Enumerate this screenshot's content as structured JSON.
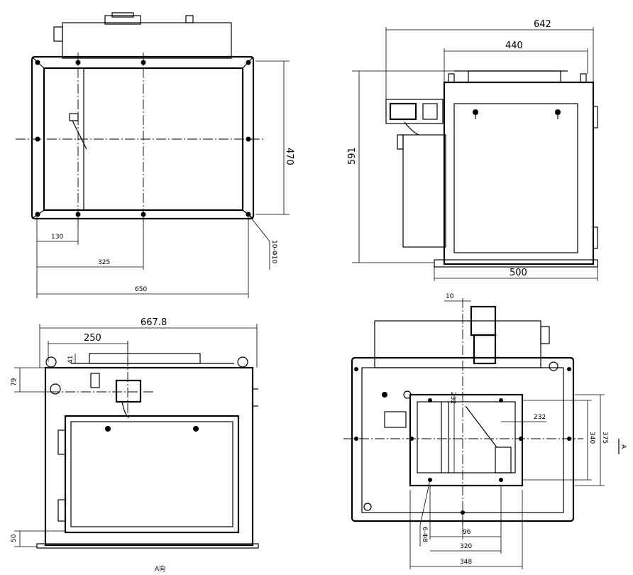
{
  "top_view": {
    "dim_height": "470",
    "dim_130": "130",
    "dim_325": "325",
    "dim_650": "650",
    "hole_note": "10-Φ10"
  },
  "side_view": {
    "dim_642": "642",
    "dim_440": "440",
    "dim_591": "591",
    "dim_500": "500"
  },
  "front_view": {
    "dim_667": "667.8",
    "dim_250": "250",
    "dim_41": "41",
    "dim_79": "79",
    "dim_50": "50",
    "view_label": "A向"
  },
  "bottom_view": {
    "dim_10": "10",
    "dim_232": "232",
    "dim_232b": "232",
    "dim_340": "340",
    "dim_375": "375",
    "dim_96": "96",
    "dim_320": "320",
    "dim_348": "348",
    "hole_note": "6-Φ8",
    "arrow_label": "A"
  }
}
